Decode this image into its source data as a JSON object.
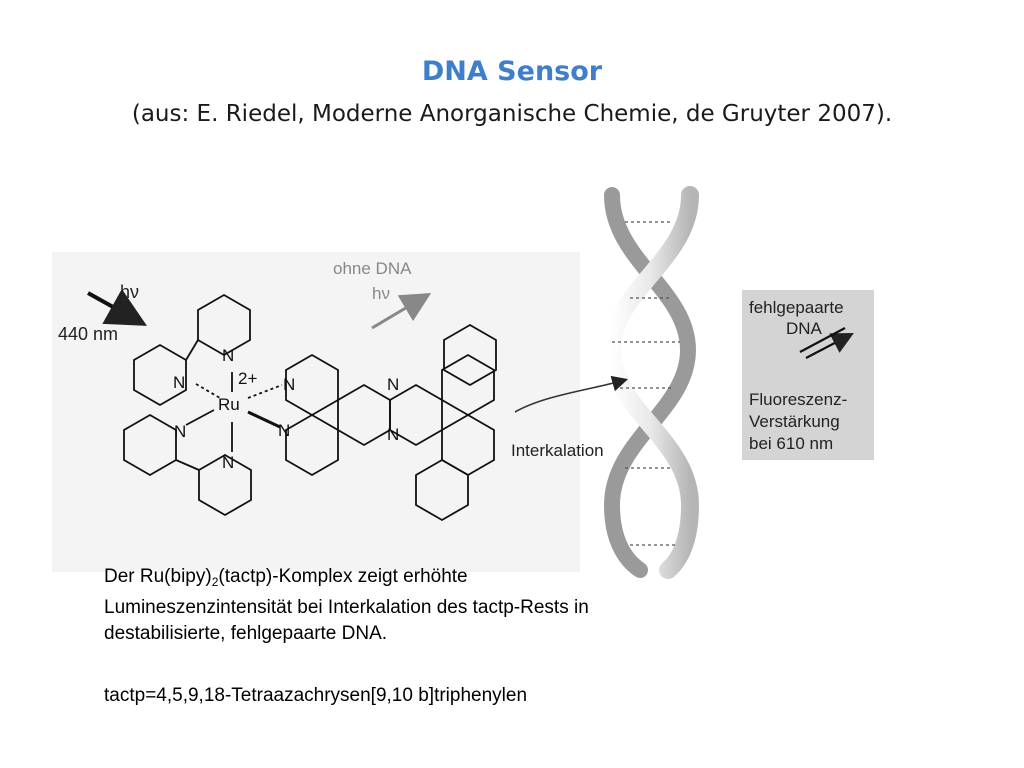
{
  "title": "DNA Sensor",
  "subtitle": "(aus:  E. Riedel, Moderne Anorganische Chemie, de Gruyter 2007).",
  "figure": {
    "hv_in": "hν",
    "wavelength_in": "440 nm",
    "ohne_dna": "ohne DNA",
    "hv_out": "hν",
    "charge": "2+",
    "metal": "Ru",
    "atom_n": "N",
    "interkalation": "Interkalation",
    "box": {
      "line1": "fehlgepaarte",
      "line2": "DNA",
      "line3": "Fluoreszenz-",
      "line4": "Verstärkung",
      "line5": "bei 610 nm"
    }
  },
  "caption": {
    "part1": "Der Ru(bipy)",
    "sub": "2",
    "part2": "(tactp)-Komplex zeigt erhöhte",
    "line2": "Lumineszenzintensität bei Interkalation des tactp-Rests in",
    "line3": "destabilisierte, fehlgepaarte DNA."
  },
  "definition": "tactp=4,5,9,18-Tetraazachrysen[9,10 b]triphenylen"
}
